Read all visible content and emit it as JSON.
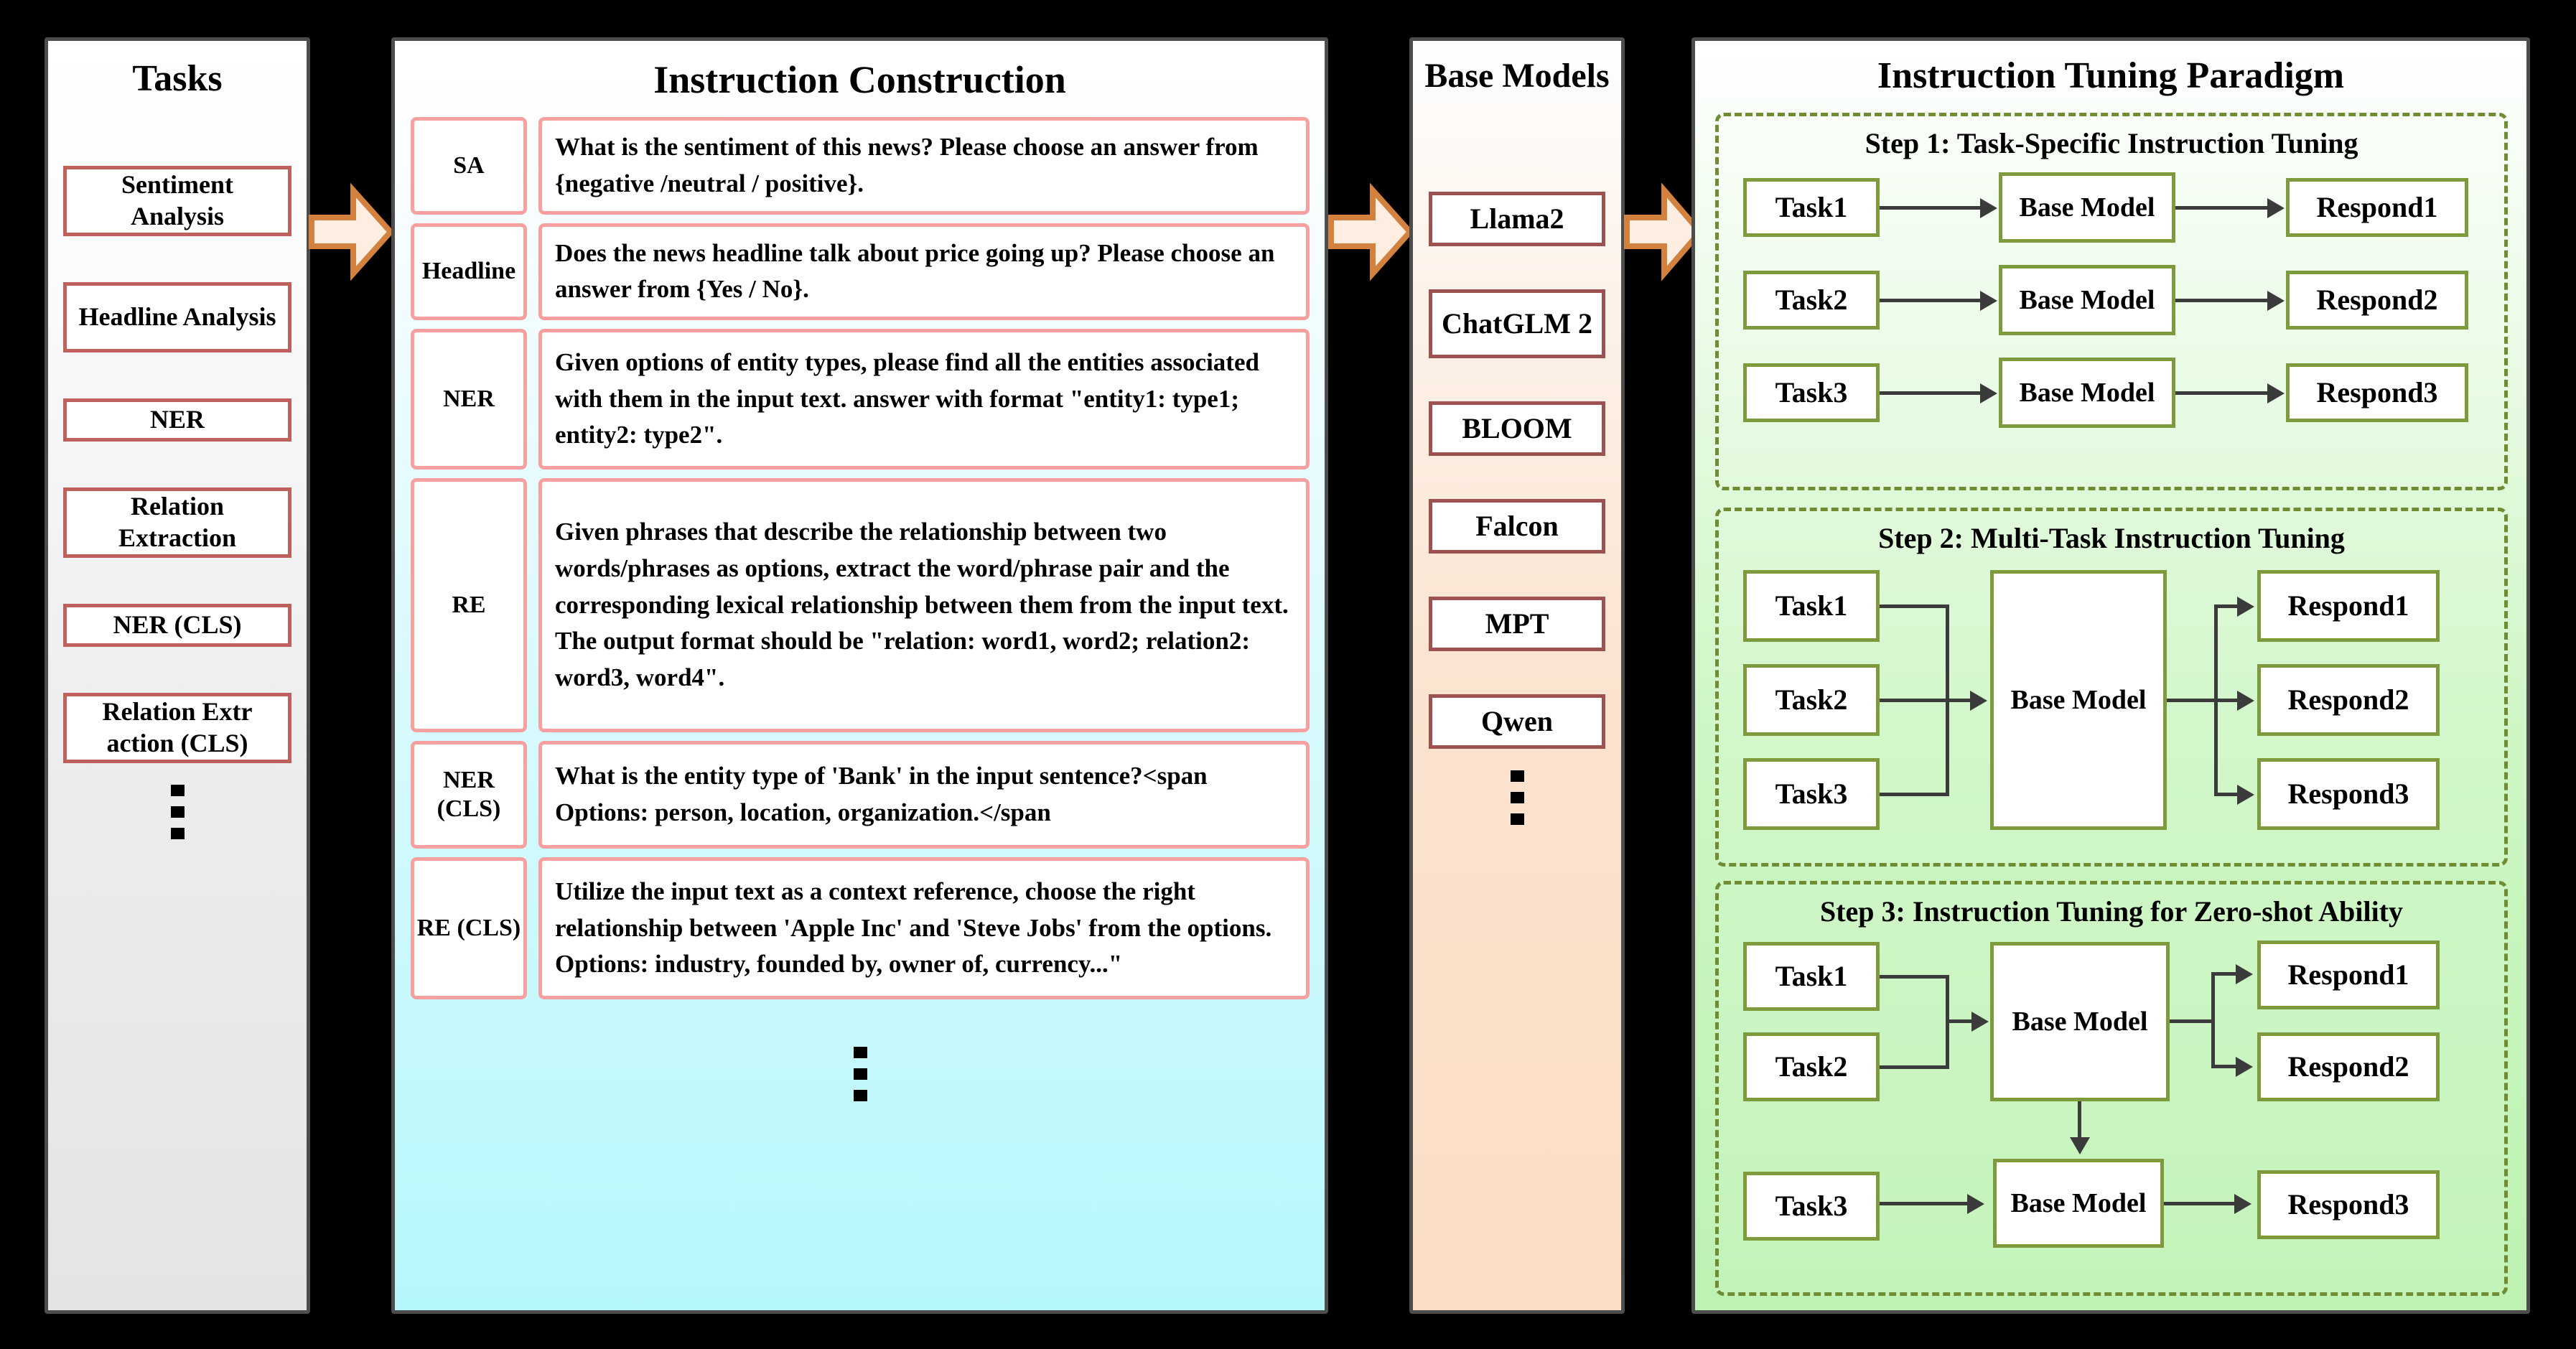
{
  "colors": {
    "task_border": "#c0605c",
    "instruction_border": "#f8a0a0",
    "model_border": "#9d5252",
    "paradigm_border": "#7d9a3c",
    "dashed_border": "#6f8c33",
    "arrow_fill": "#fdeee1",
    "arrow_stroke": "#d2813f",
    "panel_outline": "#4d4d4d",
    "tasks_bg": "#e8e8e8",
    "instruction_bg": "#b6f7fb",
    "models_bg": "#fbddc4",
    "paradigm_bg": "#bdf2b2"
  },
  "tasks": {
    "title": "Tasks",
    "items": [
      {
        "label": "Sentiment Analysis",
        "lines": 2
      },
      {
        "label": "Headline Analysis",
        "lines": 2
      },
      {
        "label": "NER",
        "lines": 1
      },
      {
        "label": "Relation Extraction",
        "lines": 2
      },
      {
        "label": "NER (CLS)",
        "lines": 1
      },
      {
        "label": "Relation Extr action (CLS)",
        "lines": 2
      }
    ],
    "ellipsis": "vertical-dots"
  },
  "instruction_construction": {
    "title": "Instruction Construction",
    "rows": [
      {
        "tag": "SA",
        "text": "What is the sentiment of this news? Please choose an answer from {negative /neutral / positive}."
      },
      {
        "tag": "Headline",
        "text": "Does the news headline talk about price going up? Please choose an answer from {Yes / No}."
      },
      {
        "tag": "NER",
        "text": "Given options of entity types, please find all the entities associated with them in the input text. answer with format \"entity1: type1; entity2: type2\"."
      },
      {
        "tag": "RE",
        "text": "Given phrases that describe the relationship between two words/phrases as options, extract the word/phrase pair and the corresponding lexical relationship between them from the input text. The output format should be \"relation: word1, word2; relation2: word3, word4\"."
      },
      {
        "tag": "NER (CLS)",
        "text": "What is the entity type of 'Bank' in the input sentence?<span Options: person, location, organization.</span"
      },
      {
        "tag": "RE (CLS)",
        "text": "Utilize the input text as a context reference, choose the right relationship between 'Apple Inc' and 'Steve Jobs' from the options. Options: industry, founded by, owner of, currency...\""
      }
    ],
    "ellipsis": "vertical-dots"
  },
  "base_models": {
    "title": "Base Models",
    "items": [
      "Llama2",
      "ChatGLM 2",
      "BLOOM",
      "Falcon",
      "MPT",
      "Qwen"
    ],
    "ellipsis": "vertical-dots"
  },
  "paradigm": {
    "title": "Instruction Tuning Paradigm",
    "steps": [
      {
        "title": "Step 1: Task-Specific Instruction Tuning",
        "tasks": [
          "Task1",
          "Task2",
          "Task3"
        ],
        "models": [
          "Base Model",
          "Base Model",
          "Base Model"
        ],
        "responses": [
          "Respond1",
          "Respond2",
          "Respond3"
        ]
      },
      {
        "title": "Step 2: Multi-Task Instruction Tuning",
        "tasks": [
          "Task1",
          "Task2",
          "Task3"
        ],
        "models": [
          "Base Model"
        ],
        "responses": [
          "Respond1",
          "Respond2",
          "Respond3"
        ]
      },
      {
        "title": "Step 3: Instruction Tuning for Zero-shot Ability",
        "tasks": [
          "Task1",
          "Task2",
          "Task3"
        ],
        "models": [
          "Base Model",
          "Base Model"
        ],
        "responses": [
          "Respond1",
          "Respond2",
          "Respond3"
        ]
      }
    ]
  },
  "flow_arrows": [
    {
      "name": "tasks-to-instruction"
    },
    {
      "name": "instruction-to-models"
    },
    {
      "name": "models-to-paradigm"
    }
  ]
}
